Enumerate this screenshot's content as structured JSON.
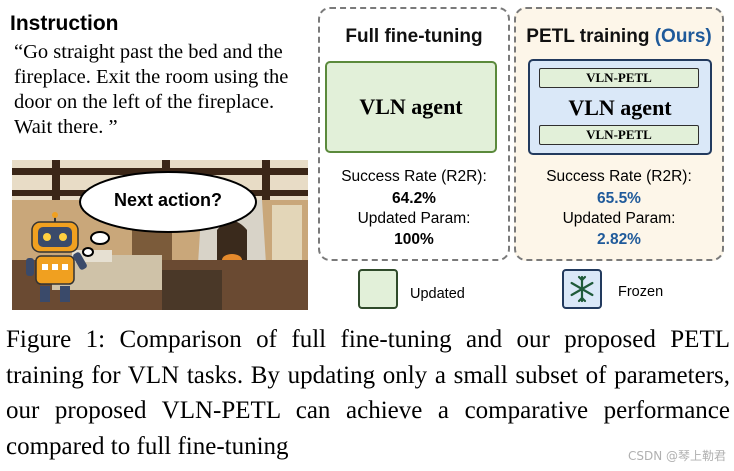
{
  "instruction": {
    "title": "Instruction",
    "text": "“Go straight past the bed and the fireplace. Exit the room using the door on the left of the fireplace. Wait there. ”"
  },
  "scene": {
    "speech_bubble": "Next action?"
  },
  "full_finetuning": {
    "title": "Full fine-tuning",
    "agent_label": "VLN agent",
    "success_rate_label": "Success Rate (R2R):",
    "success_rate_value": "64.2%",
    "updated_param_label": "Updated Param:",
    "updated_param_value": "100%"
  },
  "petl_training": {
    "title": "PETL training",
    "title_suffix": "(Ours)",
    "agent_label": "VLN agent",
    "module_top": "VLN-PETL",
    "module_bottom": "VLN-PETL",
    "success_rate_label": "Success Rate (R2R):",
    "success_rate_value": "65.5%",
    "updated_param_label": "Updated Param:",
    "updated_param_value": "2.82%"
  },
  "legend": {
    "updated": "Updated",
    "frozen": "Frozen"
  },
  "caption": "Figure 1: Comparison of full fine-tuning and our proposed PETL training for VLN tasks.  By updating only a small subset of parameters, our proposed VLN-PETL can achieve a comparative performance compared to full fine-tuning",
  "watermark": "CSDN @琴上勒君",
  "colors": {
    "updated_fill": "#e2f0d9",
    "frozen_fill": "#dae8f8",
    "ours_blue": "#1f5a9a",
    "right_panel_bg": "#fdf6e9"
  }
}
